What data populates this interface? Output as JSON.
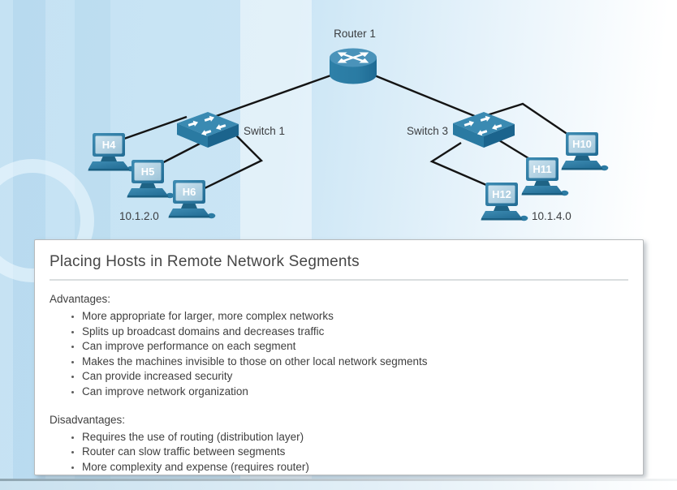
{
  "diagram": {
    "router": {
      "label": "Router 1"
    },
    "left_segment": {
      "switch_label": "Switch 1",
      "hosts": [
        "H4",
        "H5",
        "H6"
      ],
      "network": "10.1.2.0"
    },
    "right_segment": {
      "switch_label": "Switch 3",
      "hosts": [
        "H10",
        "H11",
        "H12"
      ],
      "network": "10.1.4.0"
    }
  },
  "panel": {
    "title": "Placing Hosts in Remote Network Segments",
    "advantages_heading": "Advantages:",
    "advantages": [
      "More appropriate for larger, more complex networks",
      "Splits up broadcast domains and decreases traffic",
      "Can improve performance on each segment",
      "Makes the machines invisible to those on other local network segments",
      "Can provide increased security",
      "Can improve network organization"
    ],
    "disadvantages_heading": "Disadvantages:",
    "disadvantages": [
      "Requires the use of routing (distribution layer)",
      "Router can slow traffic between segments",
      "More complexity and expense (requires router)"
    ]
  },
  "colors": {
    "background_blue": "#c6e3f4",
    "device_blue_top": "#4a93ba",
    "device_blue": "#2e80a8",
    "device_blue_dark": "#1d6486",
    "screen_blue": "#a9cddf",
    "link_line": "#141414",
    "panel_border": "#b7babc",
    "text_dark": "#3b3d40"
  }
}
